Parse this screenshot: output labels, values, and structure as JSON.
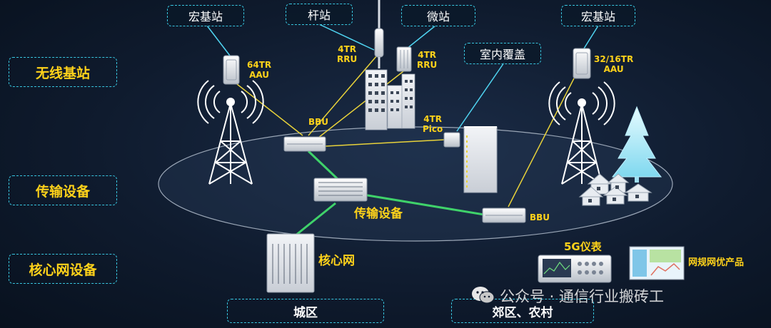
{
  "categories": {
    "wireless": "无线基站",
    "transport": "传输设备",
    "core": "核心网设备"
  },
  "site_tags": {
    "macro_left": "宏基站",
    "pole": "杆站",
    "micro": "微站",
    "indoor": "室内覆盖",
    "macro_right": "宏基站"
  },
  "device_labels": {
    "aau_64": "64TR\nAAU",
    "rru_pole": "4TR\nRRU",
    "rru_micro": "4TR\nRRU",
    "pico": "4TR\nPico",
    "aau_32": "32/16TR\nAAU",
    "bbu_left": "BBU",
    "bbu_right": "BBU",
    "transport": "传输设备",
    "core": "核心网",
    "meter": "5G仪表",
    "optimize": "网规网优产品"
  },
  "zones": {
    "urban": "城区",
    "rural": "郊区、农村"
  },
  "watermark": "公众号 · 通信行业搬砖工",
  "colors": {
    "accent_yellow": "#ffd21a",
    "dashed_cyan": "#38c6e0",
    "link_yellow": "#e8d23a",
    "link_cyan": "#4fd3f0",
    "link_green": "#3fd26a"
  }
}
